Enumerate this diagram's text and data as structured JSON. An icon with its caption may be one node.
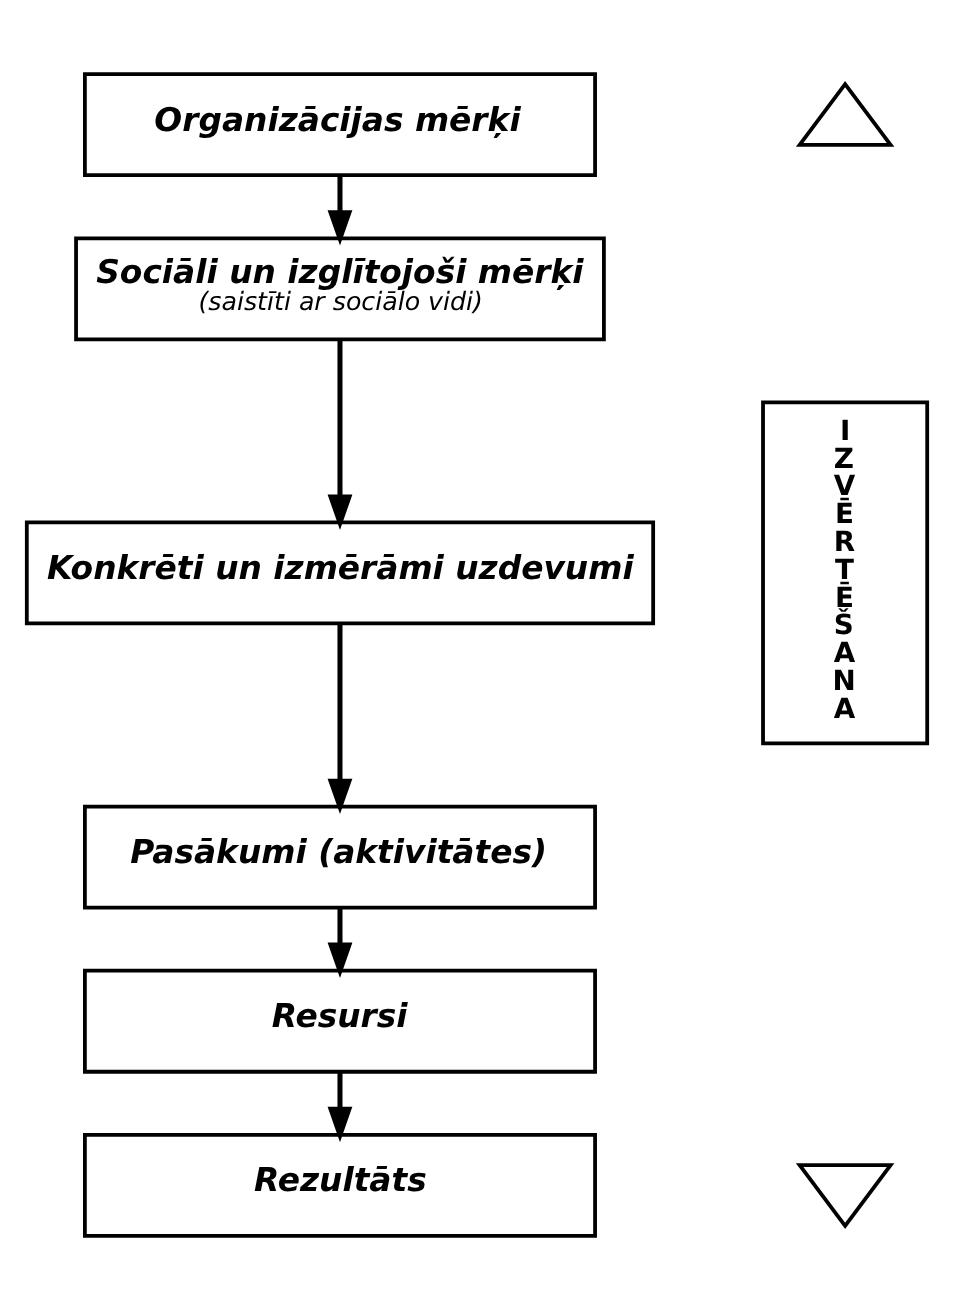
{
  "diagram": {
    "nodes": [
      {
        "text": [
          "Organizācijas mērķi"
        ]
      },
      {
        "text": [
          "Sociāli un izglītojoši mērķi",
          "(saistīti ar sociālo vidi)"
        ]
      },
      {
        "text": [
          "Konkrēti un izmērāmi uzdevumi"
        ]
      },
      {
        "text": [
          "Pasākumi (aktivitātes)"
        ]
      },
      {
        "text": [
          "Resursi"
        ]
      },
      {
        "text": [
          "Rezultāts"
        ]
      },
      {
        "text": [
          "IZVĒRTĒŠANA"
        ]
      },
      {
        "text": [],
        "shape": "arrow"
      },
      {
        "text": [],
        "shape": "arrow"
      }
    ],
    "edges": [
      {
        "from": 0,
        "to": 1,
        "arrow": "to"
      },
      {
        "from": 1,
        "to": 2,
        "arrow": "to"
      },
      {
        "from": 2,
        "to": 3,
        "arrow": "to"
      },
      {
        "from": 3,
        "to": 4,
        "arrow": "to"
      },
      {
        "from": 4,
        "to": 5,
        "arrow": "to"
      }
    ]
  }
}
